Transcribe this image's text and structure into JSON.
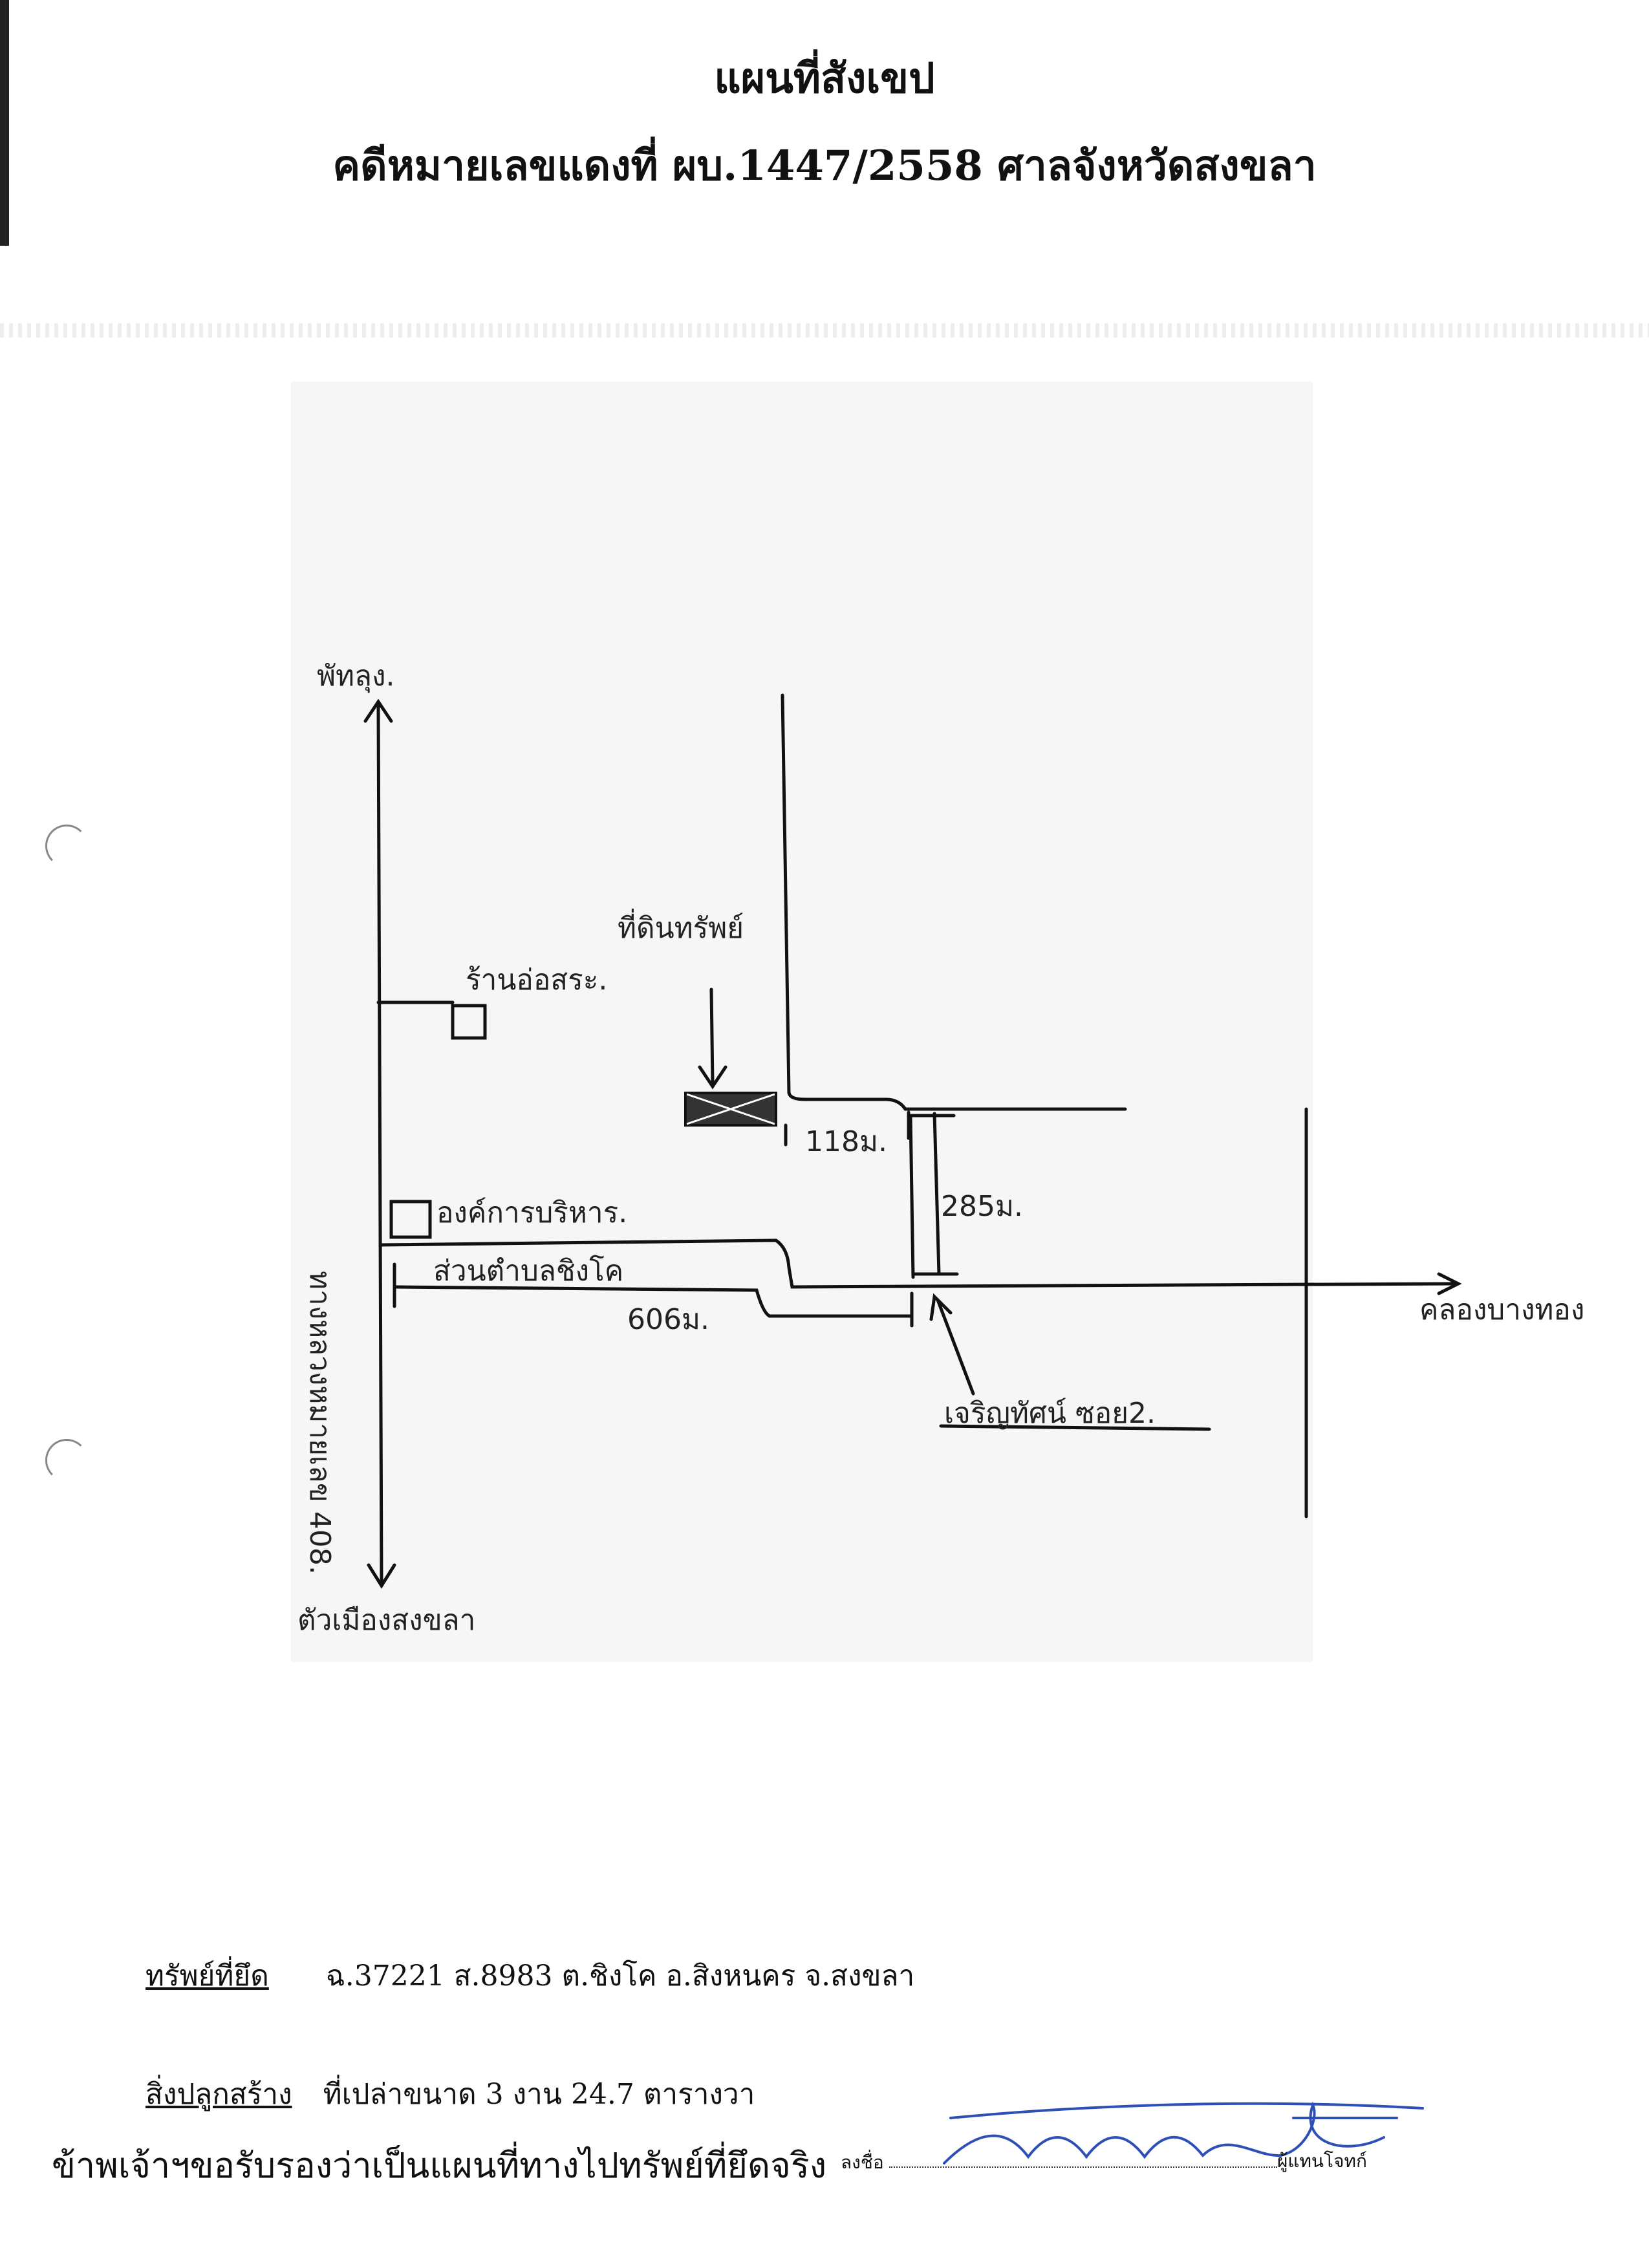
{
  "header": {
    "title": "แผนที่สังเขป",
    "subtitle": "คดีหมายเลขแดงที่ ผบ.1447/2558 ศาลจังหวัดสงขลา"
  },
  "map": {
    "north_label": "พัทลุง.",
    "south_label": "ตัวเมืองสงขลา",
    "highway_label": "ทางหลวงหมายเลข 408.",
    "east_label": "คลองบางทอง",
    "seized_label": "ที่ดินทรัพย์",
    "landmark1_label": "ร้านอ่อสระ.",
    "landmark2_label": "องค์การบริหาร.",
    "side_road_label": "ส่วนตำบลชิงโค",
    "dist_606": "606ม.",
    "dist_118": "118ม.",
    "dist_285": "285ม.",
    "junction_label": "เจริญทัศน์ ซอย2."
  },
  "property": {
    "seized_label": "ทรัพย์ที่ยึด",
    "seized_value": "ฉ.37221  ส.8983  ต.ชิงโค  อ.สิงหนคร  จ.สงขลา",
    "building_label": "สิ่งปลูกสร้าง",
    "building_value": "ที่เปล่าขนาด 3 งาน 24.7 ตารางวา"
  },
  "certification": {
    "statement": "ข้าพเจ้าฯขอรับรองว่าเป็นแผนที่ทางไปทรัพย์ที่ยึดจริง",
    "sign_label": "ลงชื่อ",
    "role": "ผู้แทนโจทก์"
  },
  "colors": {
    "ink": "#111111",
    "signature": "#2f4fb8"
  }
}
